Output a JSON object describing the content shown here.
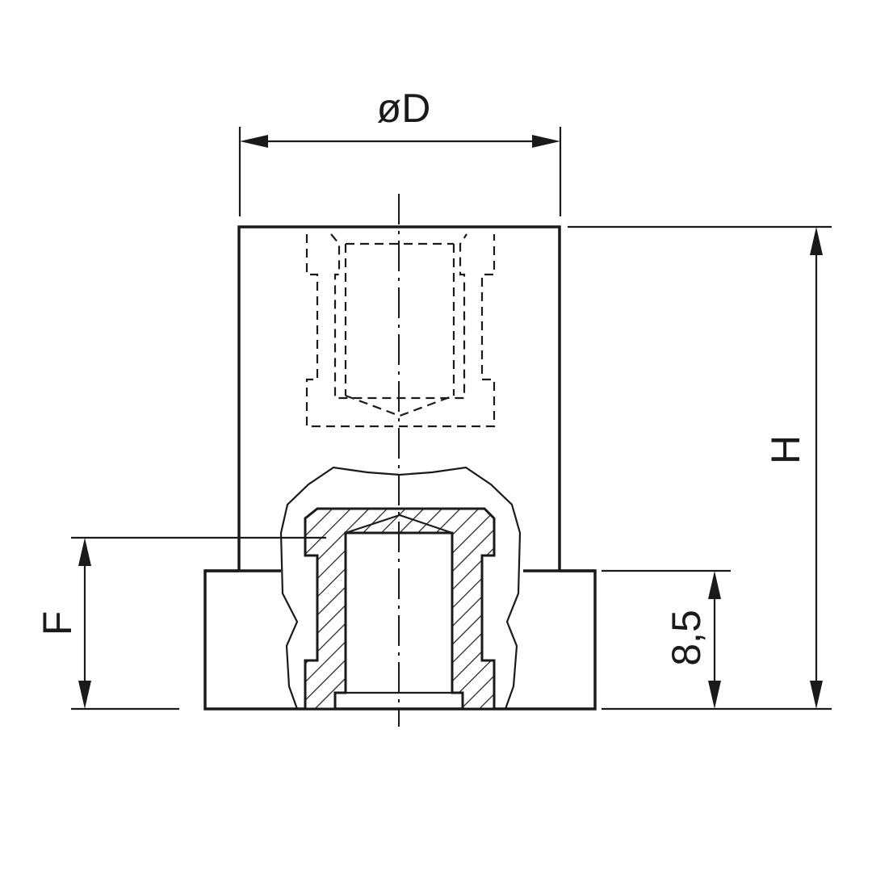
{
  "dimensions": {
    "diameter": "øD",
    "height": "H",
    "thread_depth": "F",
    "base_height": "8,5"
  },
  "colors": {
    "line": "#1a1a1a",
    "background": "#ffffff"
  }
}
